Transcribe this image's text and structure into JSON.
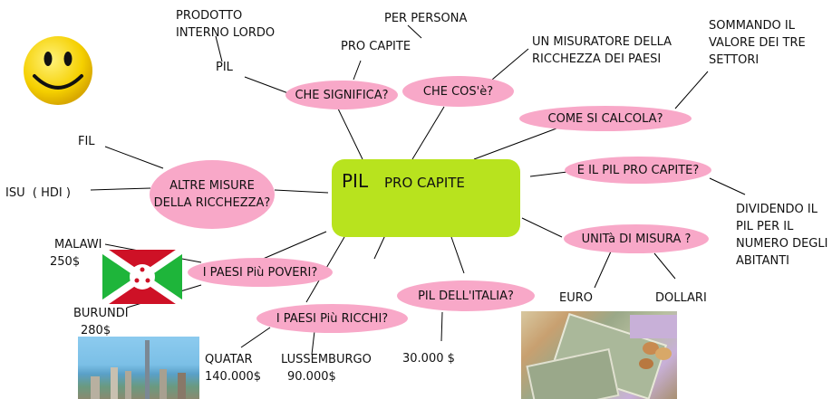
{
  "center": {
    "title": "PIL",
    "subtitle": "PRO CAPITE"
  },
  "bubbles": {
    "che_significa": "CHE SIGNIFICA?",
    "che_cose": "CHE COS'è?",
    "come_si_calcola": "COME SI CALCOLA?",
    "pil_pro_capite": "E IL PIL PRO CAPITE?",
    "unita_misura": "UNITà DI MISURA ?",
    "pil_italia": "PIL DELL'ITALIA?",
    "paesi_ricchi": "I PAESI Più RICCHI?",
    "paesi_poveri": "I PAESI Più POVERI?",
    "altre_misure_1": "ALTRE MISURE",
    "altre_misure_2": "DELLA RICCHEZZA?"
  },
  "labels": {
    "prodotto_1": "PRODOTTO",
    "prodotto_2": "INTERNO LORDO",
    "pil": "PIL",
    "per_persona": "PER PERSONA",
    "pro_capite": "PRO CAPITE",
    "misuratore_1": "UN MISURATORE DELLA",
    "misuratore_2": "RICCHEZZA DEI PAESI",
    "sommando_1": "SOMMANDO IL",
    "sommando_2": "VALORE DEI TRE",
    "sommando_3": "SETTORI",
    "dividendo_1": "DIVIDENDO IL",
    "dividendo_2": "PIL PER IL",
    "dividendo_3": "NUMERO DEGLI",
    "dividendo_4": "ABITANTI",
    "euro": "EURO",
    "dollari": "DOLLARI",
    "italia_value": "30.000 $",
    "quatar": "QUATAR",
    "quatar_value": "140.000$",
    "lussemburgo": "LUSSEMBURGO",
    "lussemburgo_value": "90.000$",
    "malawi": "MALAWI",
    "malawi_value": "250$",
    "burundi": "BURUNDI",
    "burundi_value": "280$",
    "fil": "FIL",
    "isu": "ISU  ( HDI )"
  },
  "colors": {
    "bubble": "#f8a8c8",
    "center": "#b8e31e"
  }
}
